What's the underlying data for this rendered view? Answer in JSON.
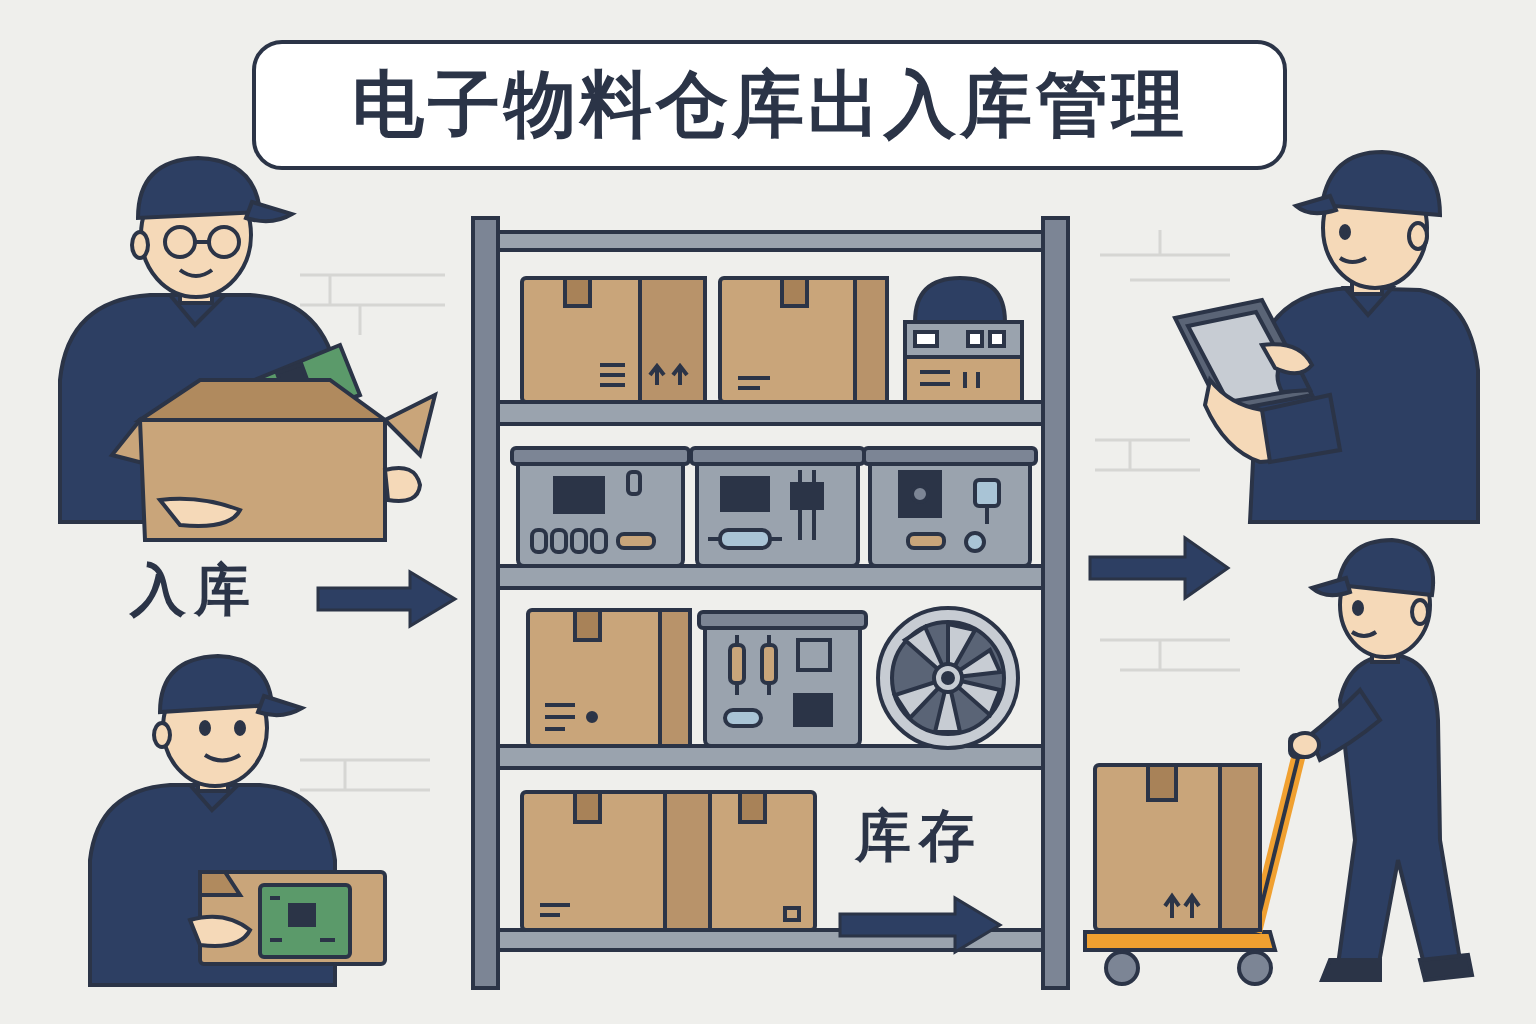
{
  "diagram": {
    "title": "电子物料仓库出入库管理",
    "labels": [
      "入库",
      "库存"
    ]
  }
}
